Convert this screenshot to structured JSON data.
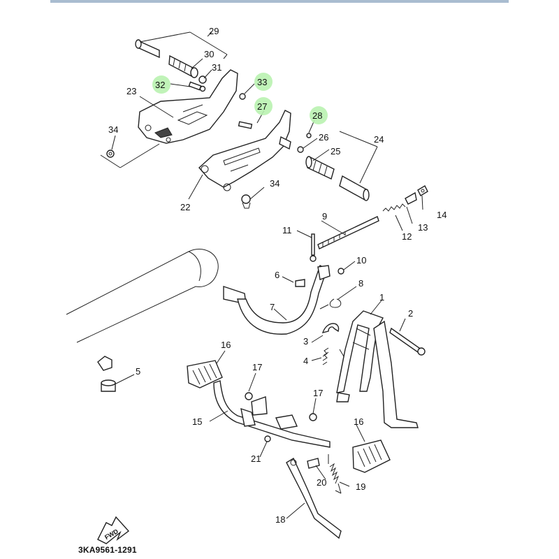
{
  "diagram_code": "3KA9561-1291",
  "fwd_label": "FWD",
  "highlight_color": "#b9f2b0",
  "callouts": {
    "c1": "1",
    "c2": "2",
    "c3": "3",
    "c4": "4",
    "c5": "5",
    "c6": "6",
    "c7": "7",
    "c8": "8",
    "c9": "9",
    "c10": "10",
    "c11": "11",
    "c12": "12",
    "c13": "13",
    "c14": "14",
    "c15": "15",
    "c16a": "16",
    "c16b": "16",
    "c17a": "17",
    "c17b": "17",
    "c18": "18",
    "c19": "19",
    "c20": "20",
    "c21": "21",
    "c22": "22",
    "c23": "23",
    "c24": "24",
    "c25": "25",
    "c26": "26",
    "c27": "27",
    "c28": "28",
    "c29": "29",
    "c30": "30",
    "c31": "31",
    "c32": "32",
    "c33": "33",
    "c34a": "34",
    "c34b": "34"
  },
  "highlighted_callouts": [
    "27",
    "28",
    "32",
    "33"
  ]
}
